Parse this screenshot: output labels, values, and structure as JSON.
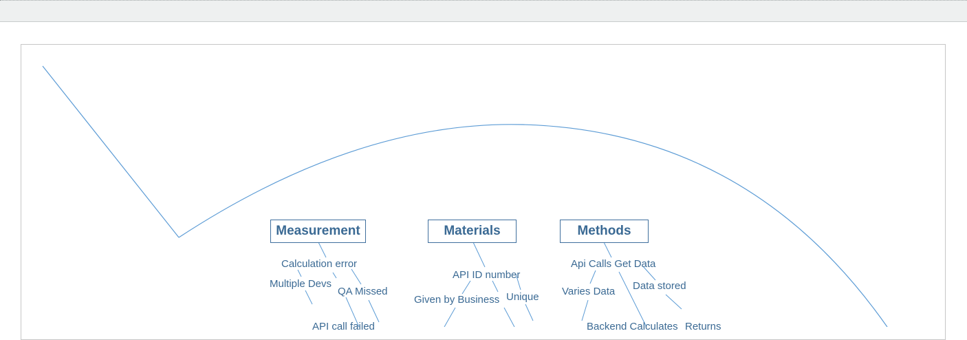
{
  "diagram": {
    "categories": {
      "measurement": "Measurement",
      "materials": "Materials",
      "methods": "Methods"
    },
    "causes": {
      "calculation_error": "Calculation error",
      "multiple_devs": "Multiple Devs",
      "qa_missed": "QA Missed",
      "api_call_failed": "API call failed",
      "api_id_number": "API ID number",
      "given_by_business": "Given by Business",
      "unique": "Unique",
      "api_calls_get_data": "Api Calls Get Data",
      "varies_data": "Varies Data",
      "data_stored": "Data stored",
      "backend_calculates": "Backend Calculates",
      "returns_output": "Returns"
    },
    "colors": {
      "line": "#5b9bd5",
      "text": "#3b6a94",
      "box_border": "#3f6f9d"
    }
  }
}
